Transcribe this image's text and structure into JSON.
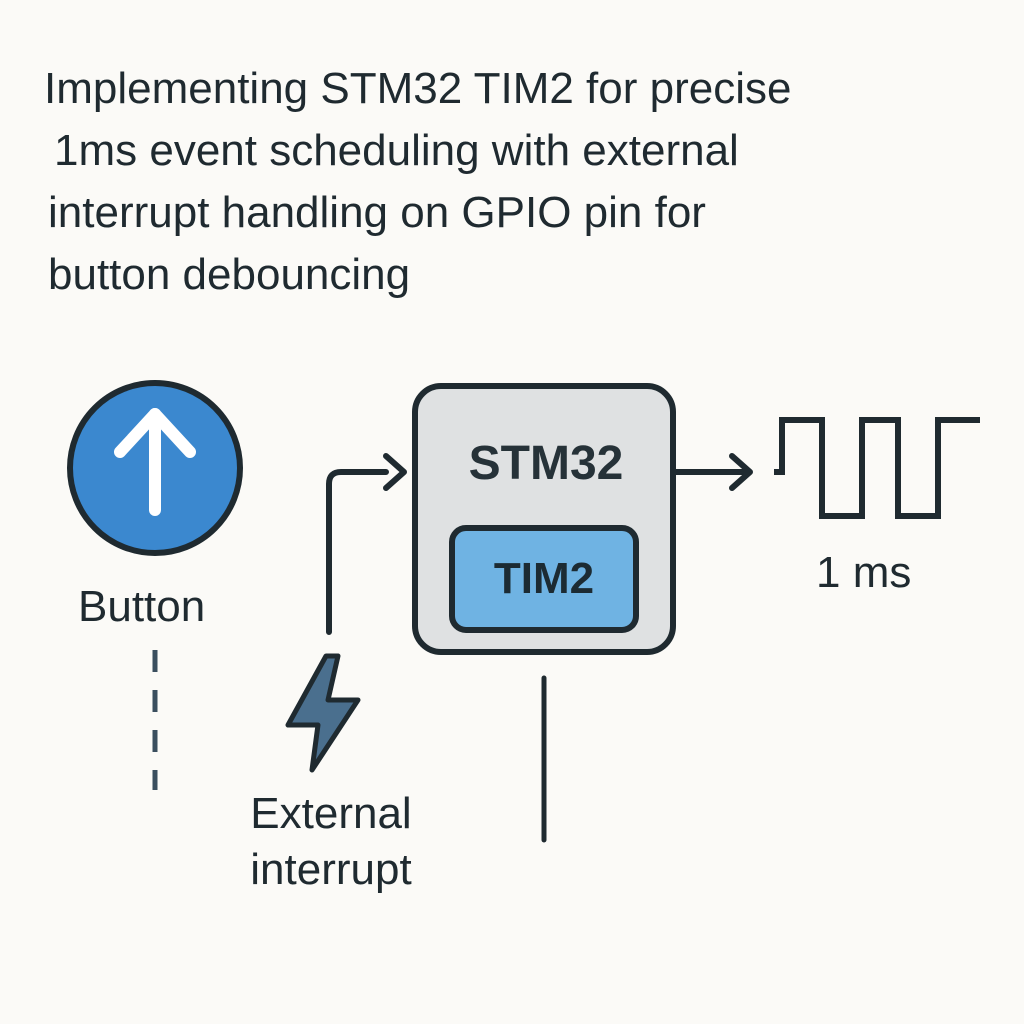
{
  "title": {
    "lines": [
      "Implementing STM32 TIM2 for precise",
      "1ms event scheduling with external",
      "interrupt handling on GPIO pin for",
      "button debouncing"
    ]
  },
  "diagram": {
    "button": {
      "label": "Button",
      "icon": "arrow-up-icon",
      "fill_color": "#3b88cf",
      "outline_color": "#1f2a30"
    },
    "interrupt": {
      "label_lines": [
        "External",
        "interrupt"
      ],
      "icon": "lightning-bolt-icon",
      "icon_color": "#4a6f8e"
    },
    "mcu": {
      "label": "STM32",
      "box_color": "#dfe1e2"
    },
    "timer": {
      "label": "TIM2",
      "box_color": "#6fb3e3"
    },
    "output": {
      "period_label": "1 ms",
      "waveform_icon": "square-wave-icon"
    },
    "line_color": "#1f2a30"
  }
}
